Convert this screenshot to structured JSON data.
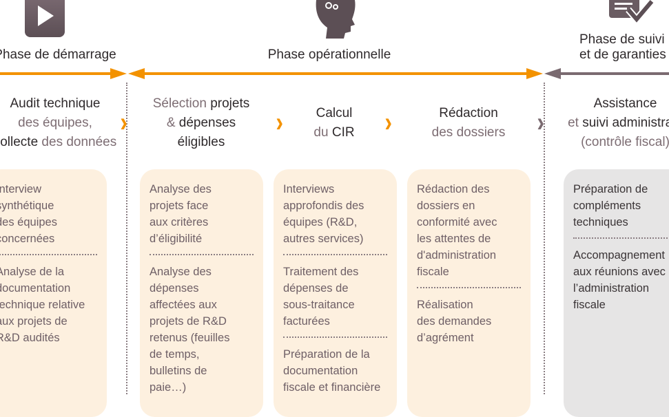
{
  "phases": [
    {
      "label": "Phase de démarrage",
      "icon": "play-icon"
    },
    {
      "label": "Phase opérationnelle",
      "icon": "head-gears-icon"
    },
    {
      "label": "Phase de suivi\net de garanties",
      "icon": "checklist-icon"
    }
  ],
  "steps": [
    {
      "lines": [
        [
          {
            "t": "Audit technique",
            "b": true
          }
        ],
        [
          {
            "t": "des équipes,",
            "b": false
          }
        ],
        [
          {
            "t": "collecte",
            "b": true
          },
          {
            "t": " des données",
            "b": false
          }
        ]
      ]
    },
    {
      "lines": [
        [
          {
            "t": "Sélection ",
            "b": false
          },
          {
            "t": "projets",
            "b": true
          }
        ],
        [
          {
            "t": "& ",
            "b": false
          },
          {
            "t": "dépenses",
            "b": true
          }
        ],
        [
          {
            "t": "éligibles",
            "b": true
          }
        ]
      ]
    },
    {
      "lines": [
        [
          {
            "t": "Calcul",
            "b": true
          }
        ],
        [
          {
            "t": "du ",
            "b": false
          },
          {
            "t": "CIR",
            "b": true
          }
        ]
      ]
    },
    {
      "lines": [
        [
          {
            "t": "Rédaction",
            "b": true
          }
        ],
        [
          {
            "t": "des dossiers",
            "b": false
          }
        ]
      ]
    },
    {
      "lines": [
        [
          {
            "t": "Assistance",
            "b": true
          }
        ],
        [
          {
            "t": "et ",
            "b": false
          },
          {
            "t": "suivi administratif",
            "b": true
          }
        ],
        [
          {
            "t": "(contrôle fiscal)",
            "b": false
          }
        ]
      ]
    }
  ],
  "cards": [
    {
      "items": [
        "Interview\nsynthétique\ndes équipes\nconcernées",
        "Analyse de la\ndocumentation\ntechnique relative\naux projets de\nR&D audités"
      ]
    },
    {
      "items": [
        "Analyse des\nprojets face\naux critères\nd’éligibilité",
        "Analyse des\ndépenses\naffectées aux\nprojets de R&D\nretenus (feuilles\nde temps,\nbulletins de\npaie…)"
      ]
    },
    {
      "items": [
        "Interviews\napprofondis des\néquipes (R&D,\nautres services)",
        "Traitement des\ndépenses de\nsous-traitance\nfacturées",
        "Préparation de la\ndocumentation\nfiscale et financière"
      ]
    },
    {
      "items": [
        "Rédaction des\ndossiers en\nconformité avec\nles attentes de\nd'administration\nfiscale",
        "Réalisation\ndes demandes\nd’agrément"
      ]
    },
    {
      "items": [
        "Préparation de\ncompléments\ntechniques",
        "Accompagnement\naux réunions avec\nl’administration\nfiscale"
      ]
    }
  ],
  "colors": {
    "accent": "#f39200",
    "mauve": "#7a6a70",
    "card": "#fdf0df",
    "card_gray": "#e6e5e5"
  }
}
